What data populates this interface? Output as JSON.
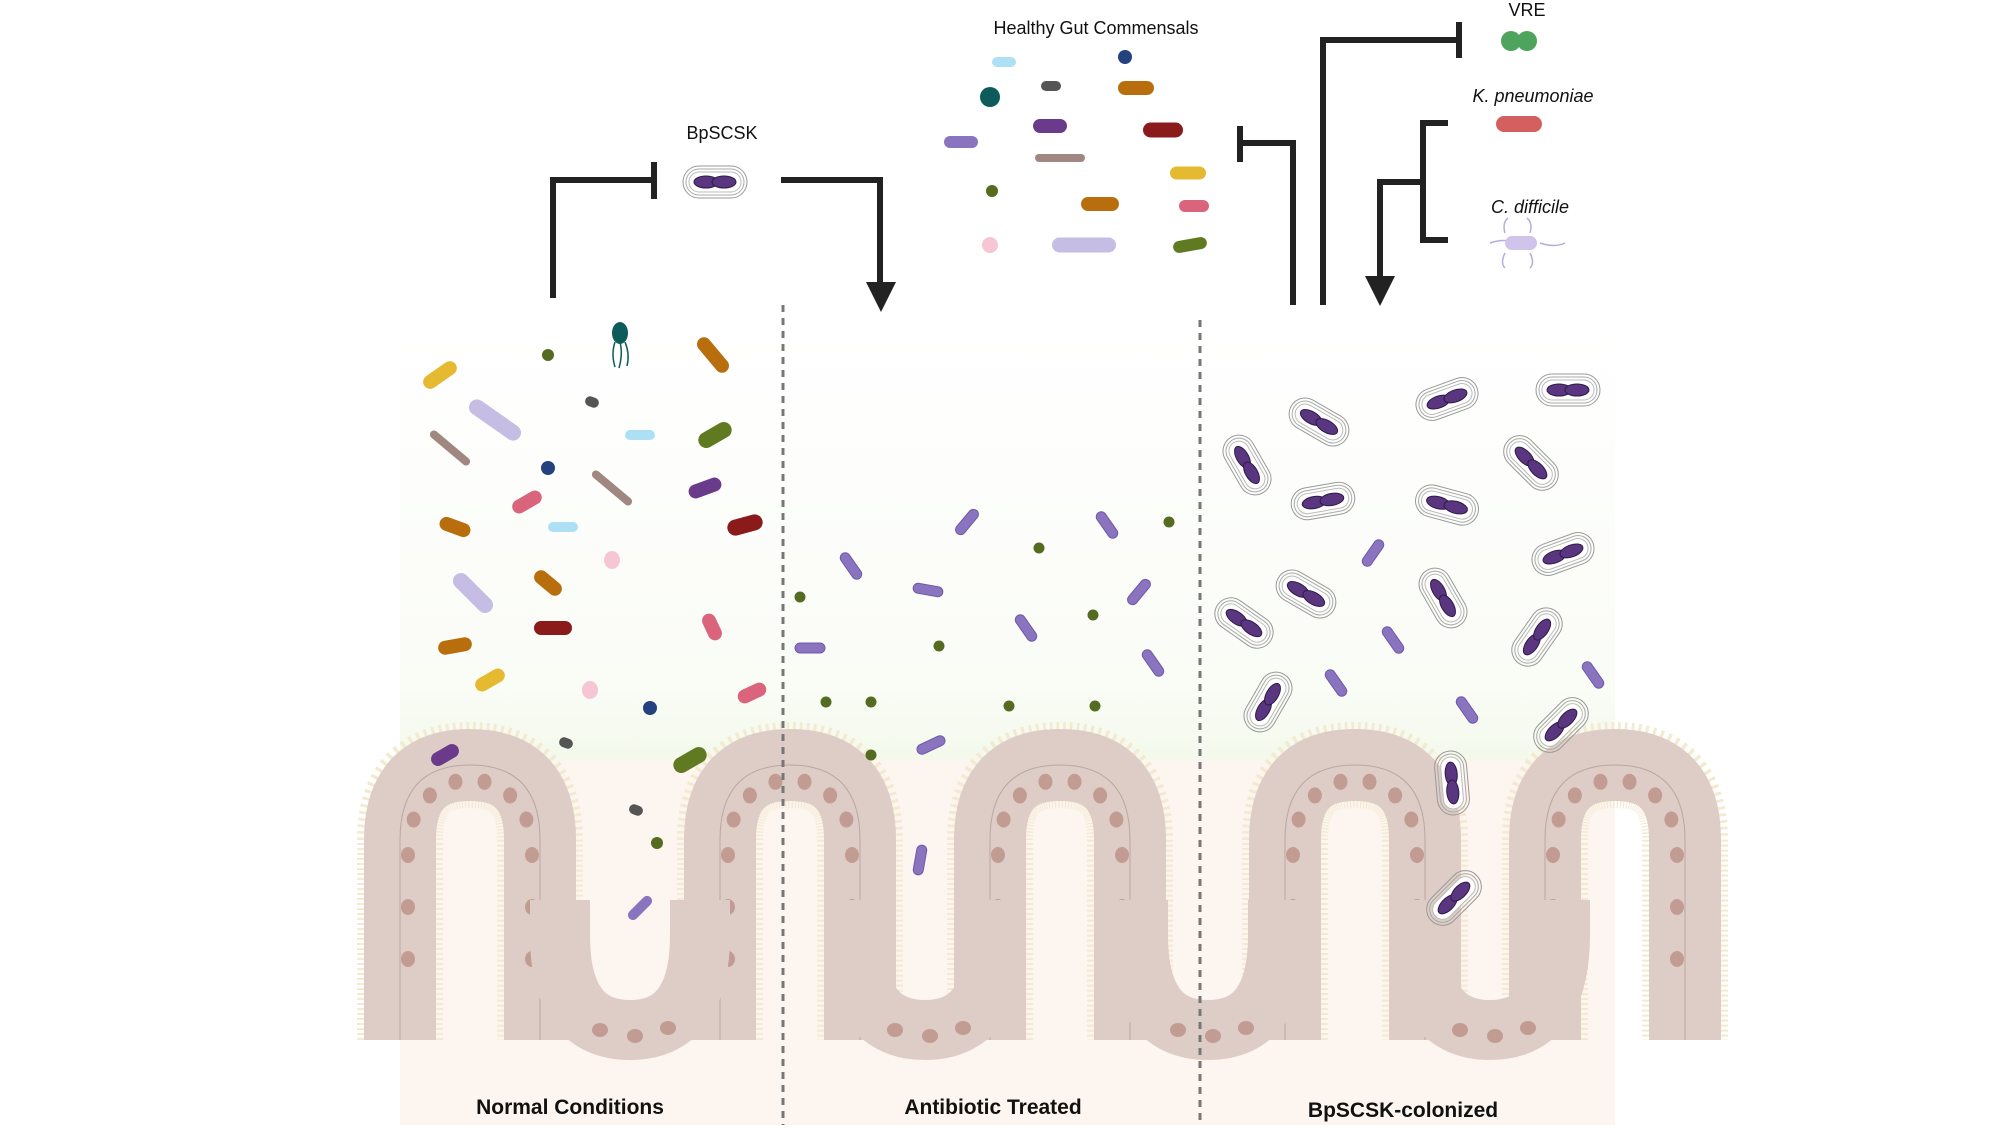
{
  "figure": {
    "title_labels": {
      "bpscsk": "BpSCSK",
      "healthy_commensals": "Healthy Gut Commensals",
      "vre": "VRE",
      "k_pneumoniae": "K. pneumoniae",
      "c_difficile": "C. difficile"
    },
    "panels": [
      {
        "label": "Normal Conditions"
      },
      {
        "label": "Antibiotic Treated"
      },
      {
        "label": "BpSCSK-colonized"
      }
    ],
    "relations": [
      {
        "from": "Normal Conditions",
        "to": "BpSCSK",
        "type": "inhibits"
      },
      {
        "from": "BpSCSK",
        "to": "Antibiotic Treated",
        "type": "promotes"
      },
      {
        "from": "BpSCSK-colonized",
        "to": "Healthy Gut Commensals",
        "type": "inhibits"
      },
      {
        "from": "BpSCSK-colonized",
        "to": "VRE",
        "type": "inhibits"
      },
      {
        "from": "K. pneumoniae / C. difficile",
        "to": "BpSCSK-colonized",
        "type": "promotes"
      }
    ],
    "colors": {
      "lumen_green": "#d5eabb",
      "tissue_bg": "#fdf5ef",
      "epithelium": "#decdc6",
      "nucleus": "#c29c93",
      "bpscsk_purple": "#5a3580",
      "rod_purple": "#8a74c0",
      "coccus_olive": "#556b1f",
      "arrow": "#222222",
      "divider": "#777777"
    }
  }
}
